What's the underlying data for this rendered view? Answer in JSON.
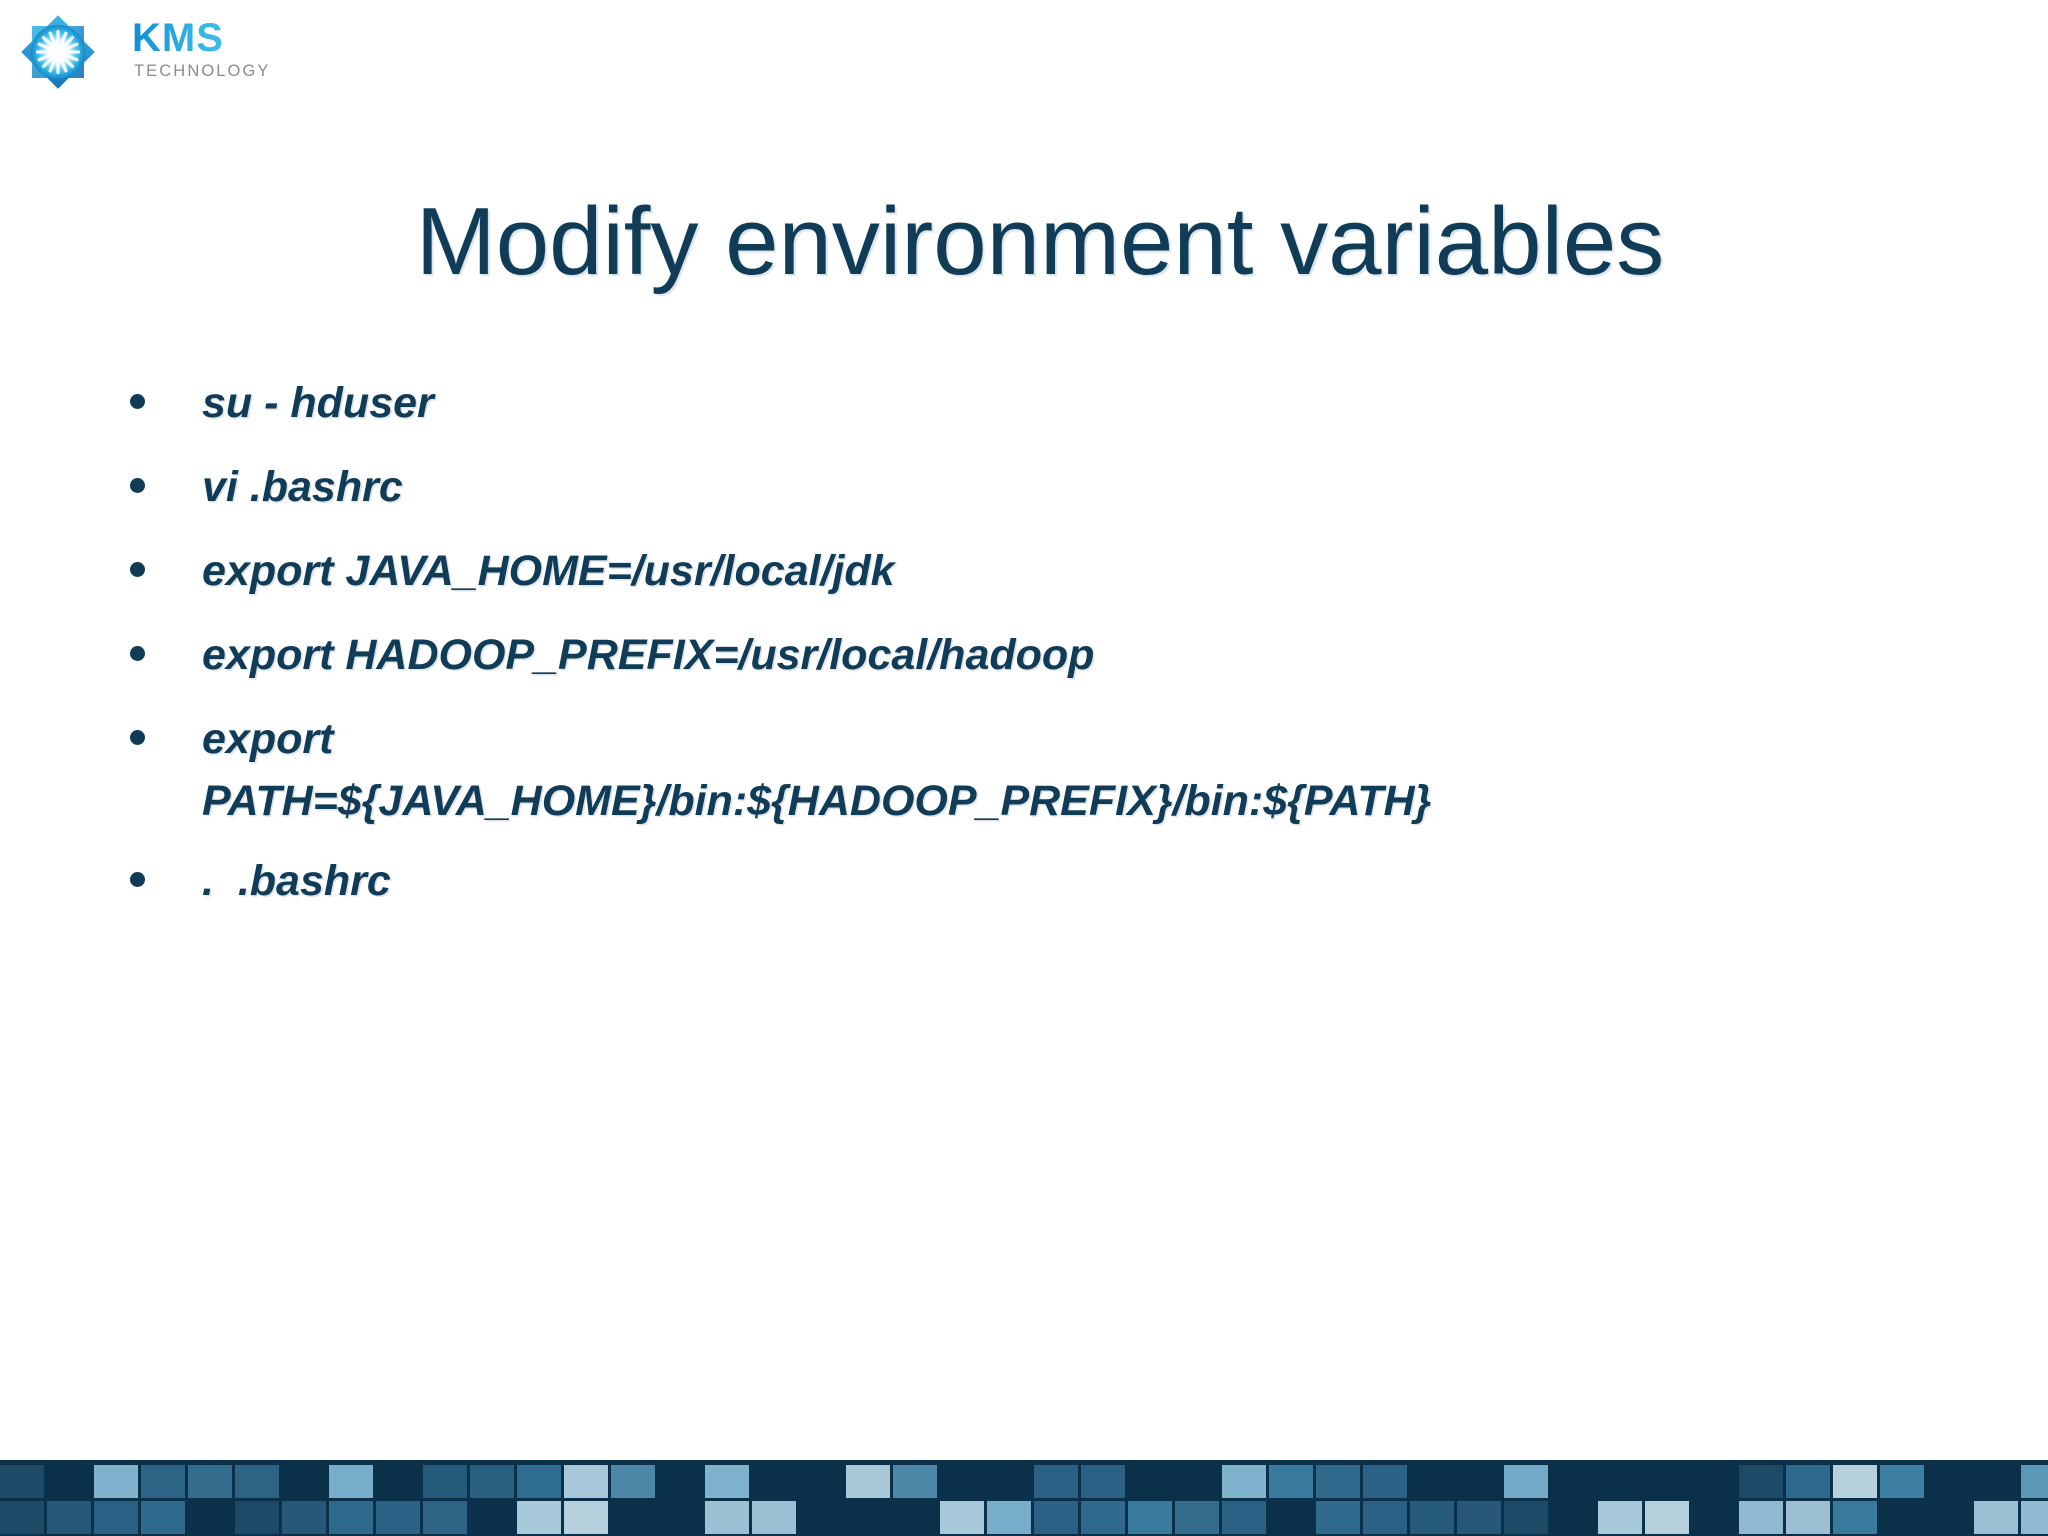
{
  "slide": {
    "title": "Modify environment variables",
    "background_color": "#ffffff",
    "text_color": "#103c58"
  },
  "logo": {
    "mark_name": "kms-starburst-mark",
    "brand": "KMS",
    "tagline": "TECHNOLOGY",
    "brand_color": "#2aa7e0",
    "tagline_color": "#8b8b8b"
  },
  "body": {
    "bullets": [
      {
        "text": "su - hduser"
      },
      {
        "text": "vi .bashrc"
      },
      {
        "text": "export JAVA_HOME=/usr/local/jdk"
      },
      {
        "text": "export HADOOP_PREFIX=/usr/local/hadoop"
      },
      {
        "text": "export PATH=${JAVA_HOME}/bin:${HADOOP_PREFIX}/bin:${PATH}"
      },
      {
        "text": ".  .bashrc"
      }
    ]
  },
  "footer": {
    "band_color": "#0b3049",
    "tile_colors": [
      "#1d4a67",
      "#0b3049",
      "#7fb2cd",
      "#2d6384",
      "#356d8e",
      "#2d6384",
      "#0b3049",
      "#79aecb",
      "#0b3049",
      "#265a7b",
      "#29607f",
      "#2f6d90",
      "#a8c7da",
      "#4d87a8",
      "#0b3049",
      "#7fb2cd",
      "#0b3049",
      "#0b3049",
      "#a9c9d8",
      "#4e88a8",
      "#0b3049",
      "#0b3049",
      "#2a6184",
      "#2a6184",
      "#0b3049",
      "#0b3049",
      "#7fb2cd",
      "#3a7a9c",
      "#2f6a8d",
      "#2b6285",
      "#0b3049",
      "#0b3049",
      "#74aac8",
      "#0b3049",
      "#0b3049",
      "#0b3049",
      "#0b3049",
      "#1d4a67",
      "#2f6a8d",
      "#b6d0de",
      "#3f7fa1",
      "#0b3049",
      "#0b3049",
      "#5c97b6",
      "#0b3049",
      "#0b3049",
      "#a8c9da",
      "#4d87a8",
      "#0b3049",
      "#0b3049",
      "#265a7b",
      "#2a6184",
      "#0b3049",
      "#0b3049",
      "#6ea6c4"
    ],
    "tile_colors_row2": [
      "#1d4a67",
      "#27587a",
      "#2a6184",
      "#2f6a8d",
      "#0b3049",
      "#1d4a67",
      "#27587a",
      "#2f6a8d",
      "#2a6184",
      "#2d6384",
      "#0b3049",
      "#a8c9da",
      "#b6d0de",
      "#0b3049",
      "#0b3049",
      "#9dbfd3",
      "#9dbfd3",
      "#0b3049",
      "#0b3049",
      "#0b3049",
      "#a8c9da",
      "#79aecb",
      "#2a6184",
      "#2f6a8d",
      "#3a7a9c",
      "#356d8e",
      "#2a6184",
      "#0b3049",
      "#2f6a8d",
      "#2a6184",
      "#265a7b",
      "#27587a",
      "#1d4a67",
      "#0b3049",
      "#a8c9da",
      "#b6d0de",
      "#0b3049",
      "#8fbad1",
      "#9dbfd3",
      "#3a7a9c",
      "#0b3049",
      "#0b3049",
      "#9dbfd3",
      "#8fbad1",
      "#2f6a8d",
      "#2a6184",
      "#265a7b",
      "#27587a",
      "#0b3049",
      "#0b3049",
      "#0b3049",
      "#0b3049",
      "#0b3049",
      "#0b3049"
    ]
  }
}
